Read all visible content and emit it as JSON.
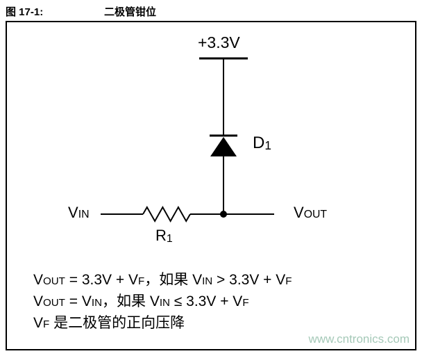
{
  "header": {
    "figure_label": "图 17-1:",
    "figure_title": "二极管钳位"
  },
  "circuit": {
    "supply_label": "+3.3V",
    "diode_label": [
      {
        "t": "D"
      },
      {
        "t": "1",
        "c": "subnum"
      }
    ],
    "resistor_label": [
      {
        "t": "R"
      },
      {
        "t": "1",
        "c": "subnum"
      }
    ],
    "vin_label": [
      {
        "t": "V"
      },
      {
        "t": "IN",
        "c": "sub"
      }
    ],
    "vout_label": [
      {
        "t": "V"
      },
      {
        "t": "OUT",
        "c": "sub"
      }
    ]
  },
  "equations": {
    "line1": [
      {
        "t": "V"
      },
      {
        "t": "OUT",
        "c": "sub"
      },
      {
        "t": " = 3.3V + V"
      },
      {
        "t": "F",
        "c": "sub"
      },
      {
        "t": "，如果 V"
      },
      {
        "t": "IN",
        "c": "sub"
      },
      {
        "t": " > 3.3V + V"
      },
      {
        "t": "F",
        "c": "sub"
      }
    ],
    "line2": [
      {
        "t": "V"
      },
      {
        "t": "OUT",
        "c": "sub"
      },
      {
        "t": " = V"
      },
      {
        "t": "IN",
        "c": "sub"
      },
      {
        "t": "，如果 V"
      },
      {
        "t": "IN",
        "c": "sub"
      },
      {
        "t": " ≤ 3.3V + V"
      },
      {
        "t": "F",
        "c": "sub"
      }
    ],
    "line3": [
      {
        "t": "V"
      },
      {
        "t": "F",
        "c": "sub"
      },
      {
        "t": " 是二极管的正向压降"
      }
    ]
  },
  "watermark": "www.cntronics.com",
  "colors": {
    "wire": "#000000",
    "text": "#000000",
    "watermark": "#a5c9b8"
  }
}
